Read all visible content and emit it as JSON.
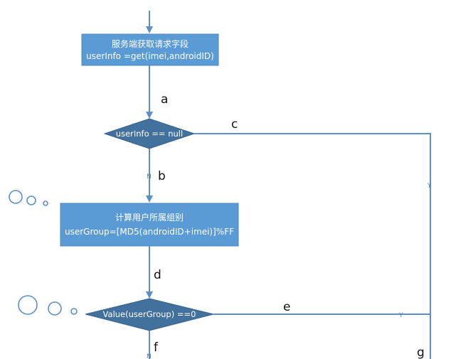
{
  "steps": {
    "fetch": {
      "title": "服务端获取请求字段",
      "formula": "userInfo =get(imei,androidID)"
    },
    "check_null": {
      "text": "userInfo == null"
    },
    "group": {
      "title": "计算用户所属组别",
      "formula": "userGroup=[MD5(androidID+imei)]%FF"
    },
    "check_value": {
      "text": "Value(userGroup) ==0"
    }
  },
  "edge_labels": {
    "a": "a",
    "b": "b",
    "c": "c",
    "d": "d",
    "e": "e",
    "f": "f",
    "g": "g"
  },
  "branch_labels": {
    "no": "N",
    "yes": "Y"
  },
  "colors": {
    "node_fill": "#5b9bd5",
    "decision_fill": "#41719c",
    "line": "#5b8fc7"
  }
}
